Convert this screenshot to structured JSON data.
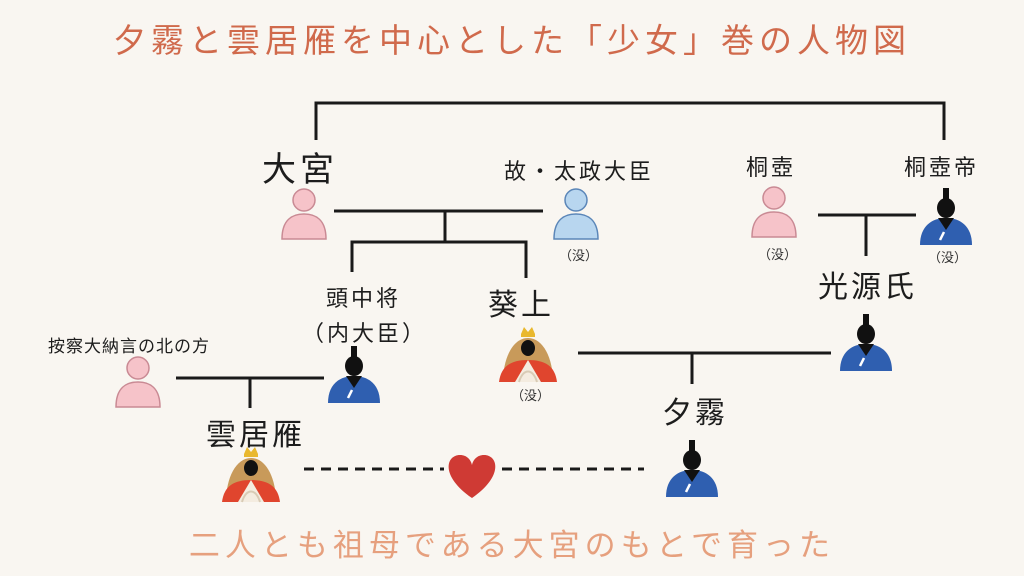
{
  "title": "夕霧と雲居雁を中心とした「少女」巻の人物図",
  "caption": "二人とも祖母である大宮のもとで育った",
  "people": {
    "omiya": "大宮",
    "dajodaijin": "故・太政大臣",
    "kiritsubo": "桐壺",
    "kiritsubotei": "桐壺帝",
    "tonochujo": "頭中将",
    "naidaijin": "（内大臣）",
    "aoinoue": "葵上",
    "genji": "光源氏",
    "azechi": "按察大納言の北の方",
    "kumoinokari": "雲居雁",
    "yugiri": "夕霧"
  },
  "deceased_label": "（没）",
  "colors": {
    "title": "#d06a4c",
    "caption": "#e6a07e",
    "female_pink": "#f6c3c9",
    "dajodaijin_blue": "#b8d6ef",
    "male_robe": "#2f5fb0",
    "heart": "#cf3a34",
    "princess_robe": "#e0452e",
    "princess_hair": "#c89a5a"
  },
  "icons": [
    "female-person-icon",
    "male-person-icon",
    "emperor-figure-icon",
    "princess-figure-icon",
    "heart-icon"
  ]
}
